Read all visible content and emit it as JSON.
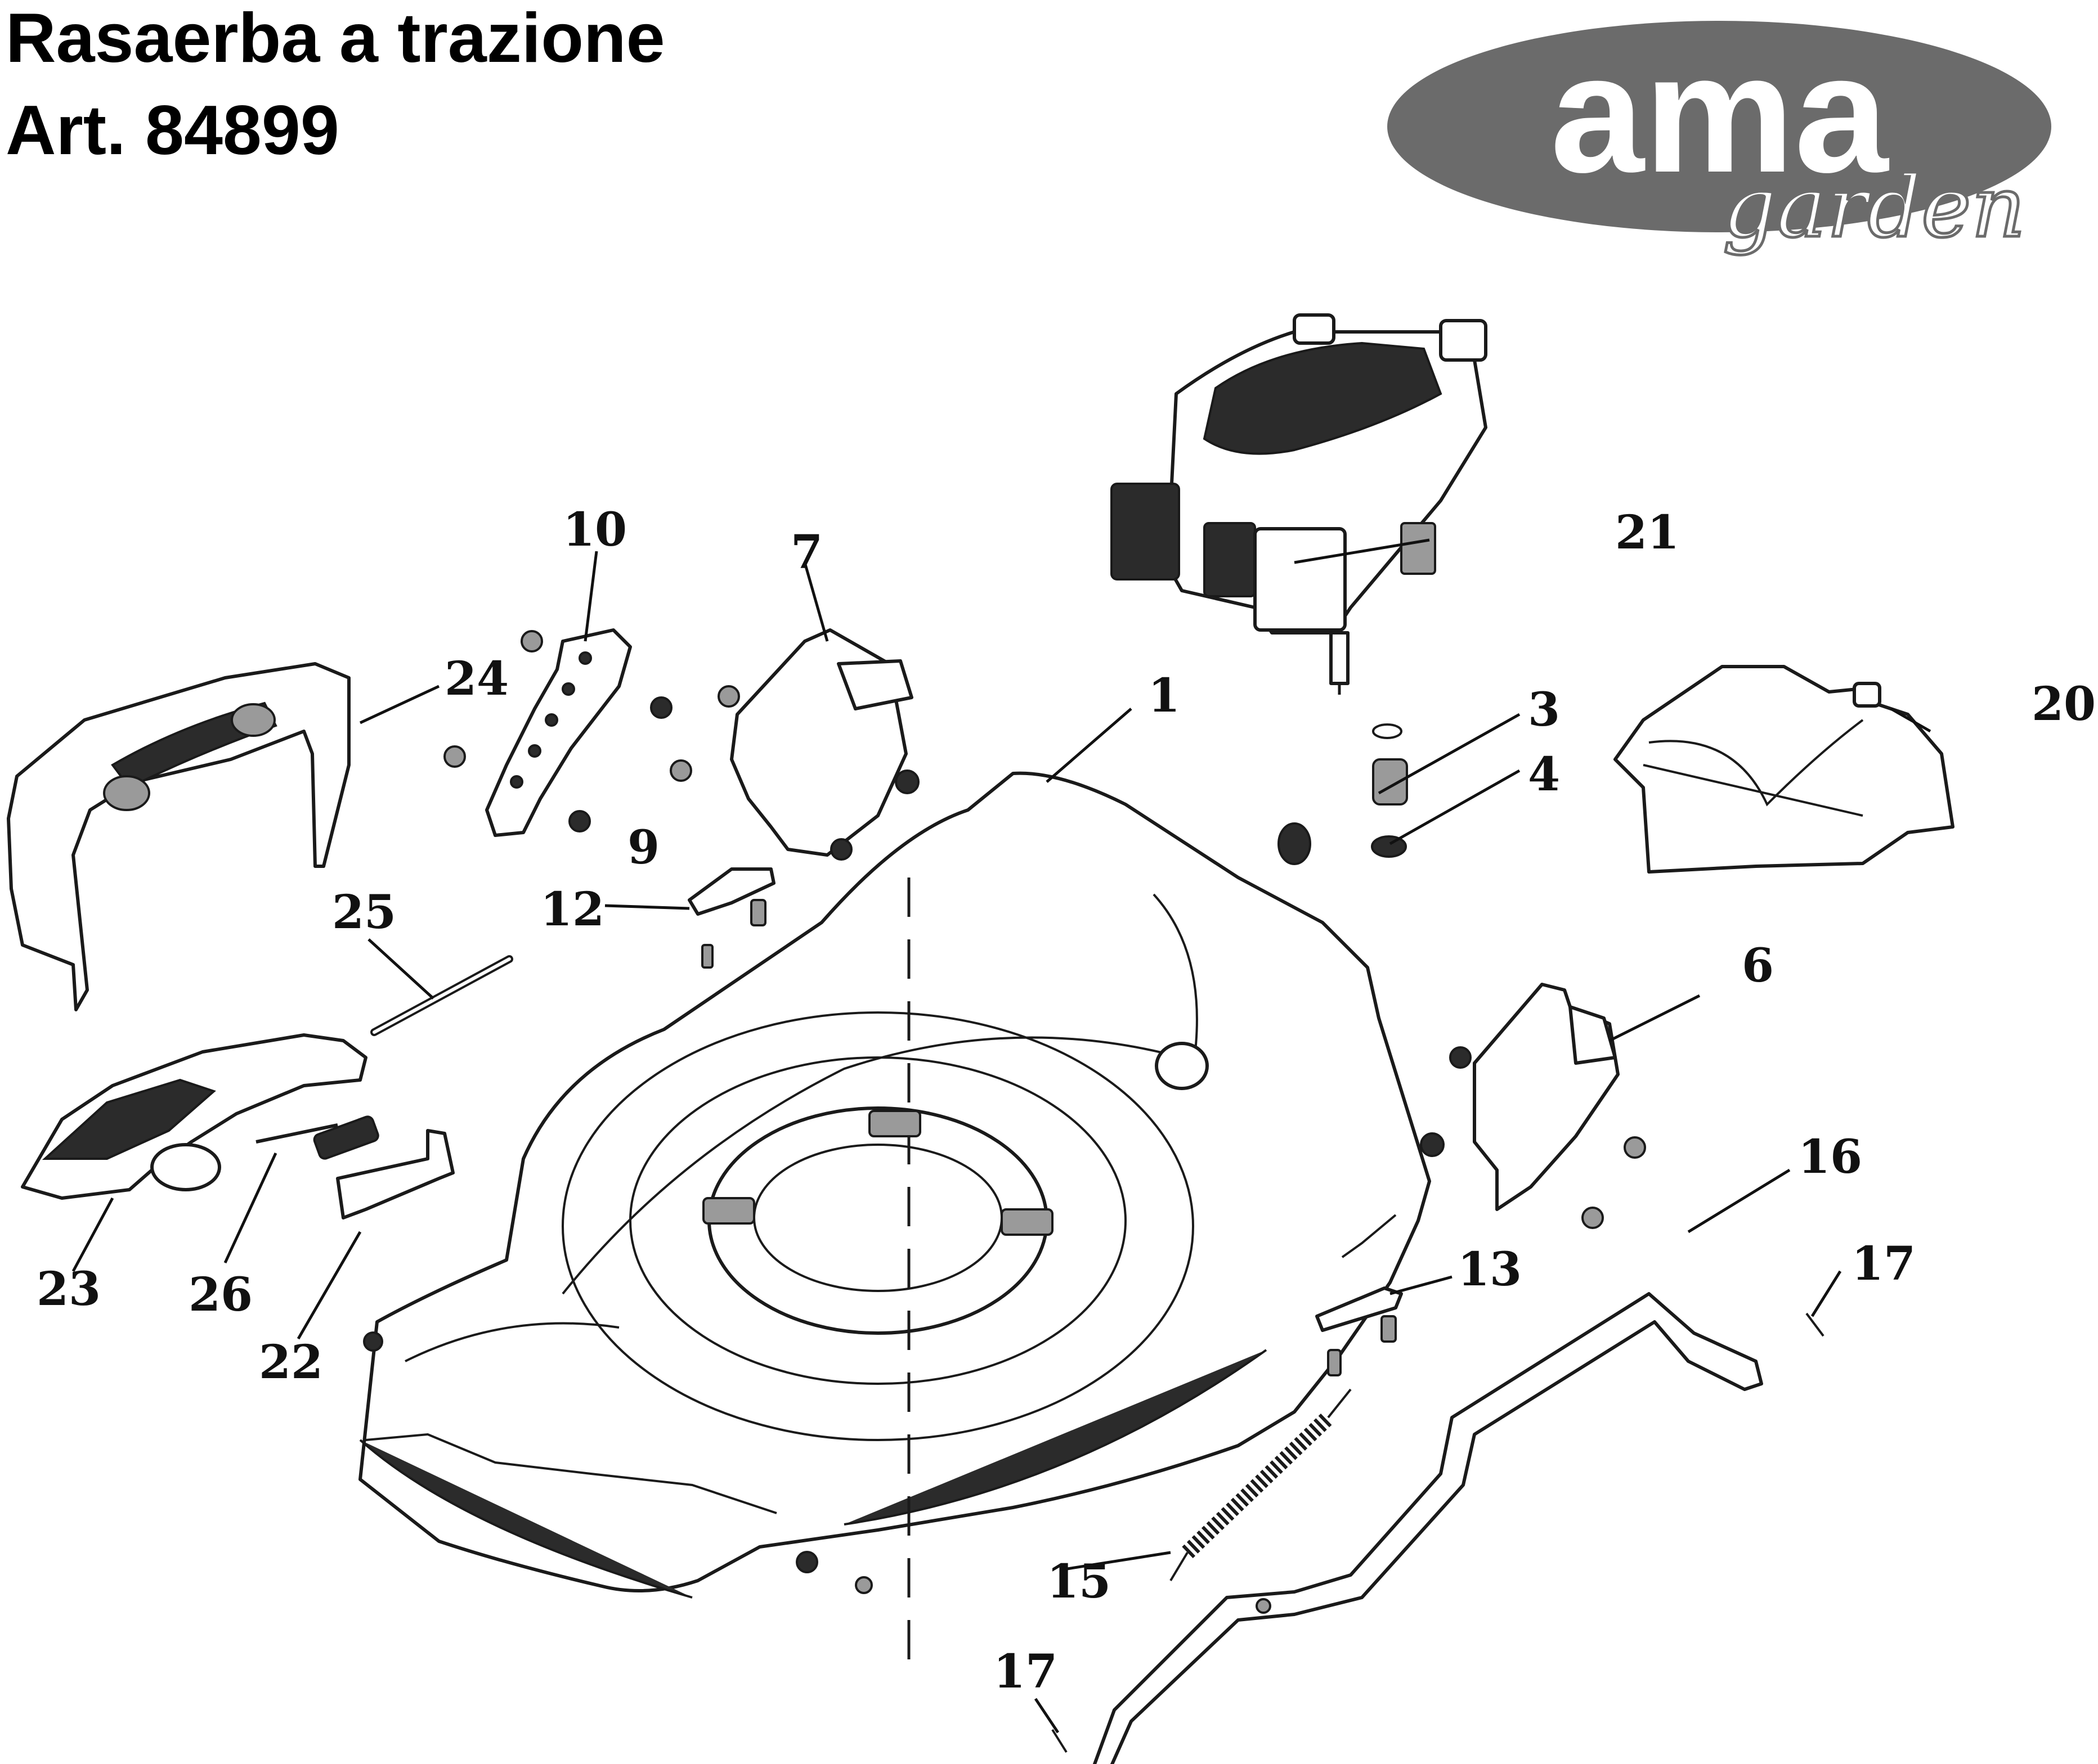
{
  "header": {
    "title_line1": "Rasaerba a trazione",
    "title_line2": "Art. 84899"
  },
  "logo": {
    "brand": "ama",
    "sub": "garden",
    "ellipse_color": "#6b6b6b",
    "text_color": "#ffffff",
    "sub_color": "#6b6b6b"
  },
  "callouts": [
    "1",
    "3",
    "4",
    "6",
    "7",
    "9",
    "10",
    "12",
    "13",
    "15",
    "16",
    "17",
    "17",
    "20",
    "21",
    "22",
    "23",
    "24",
    "25",
    "26"
  ]
}
